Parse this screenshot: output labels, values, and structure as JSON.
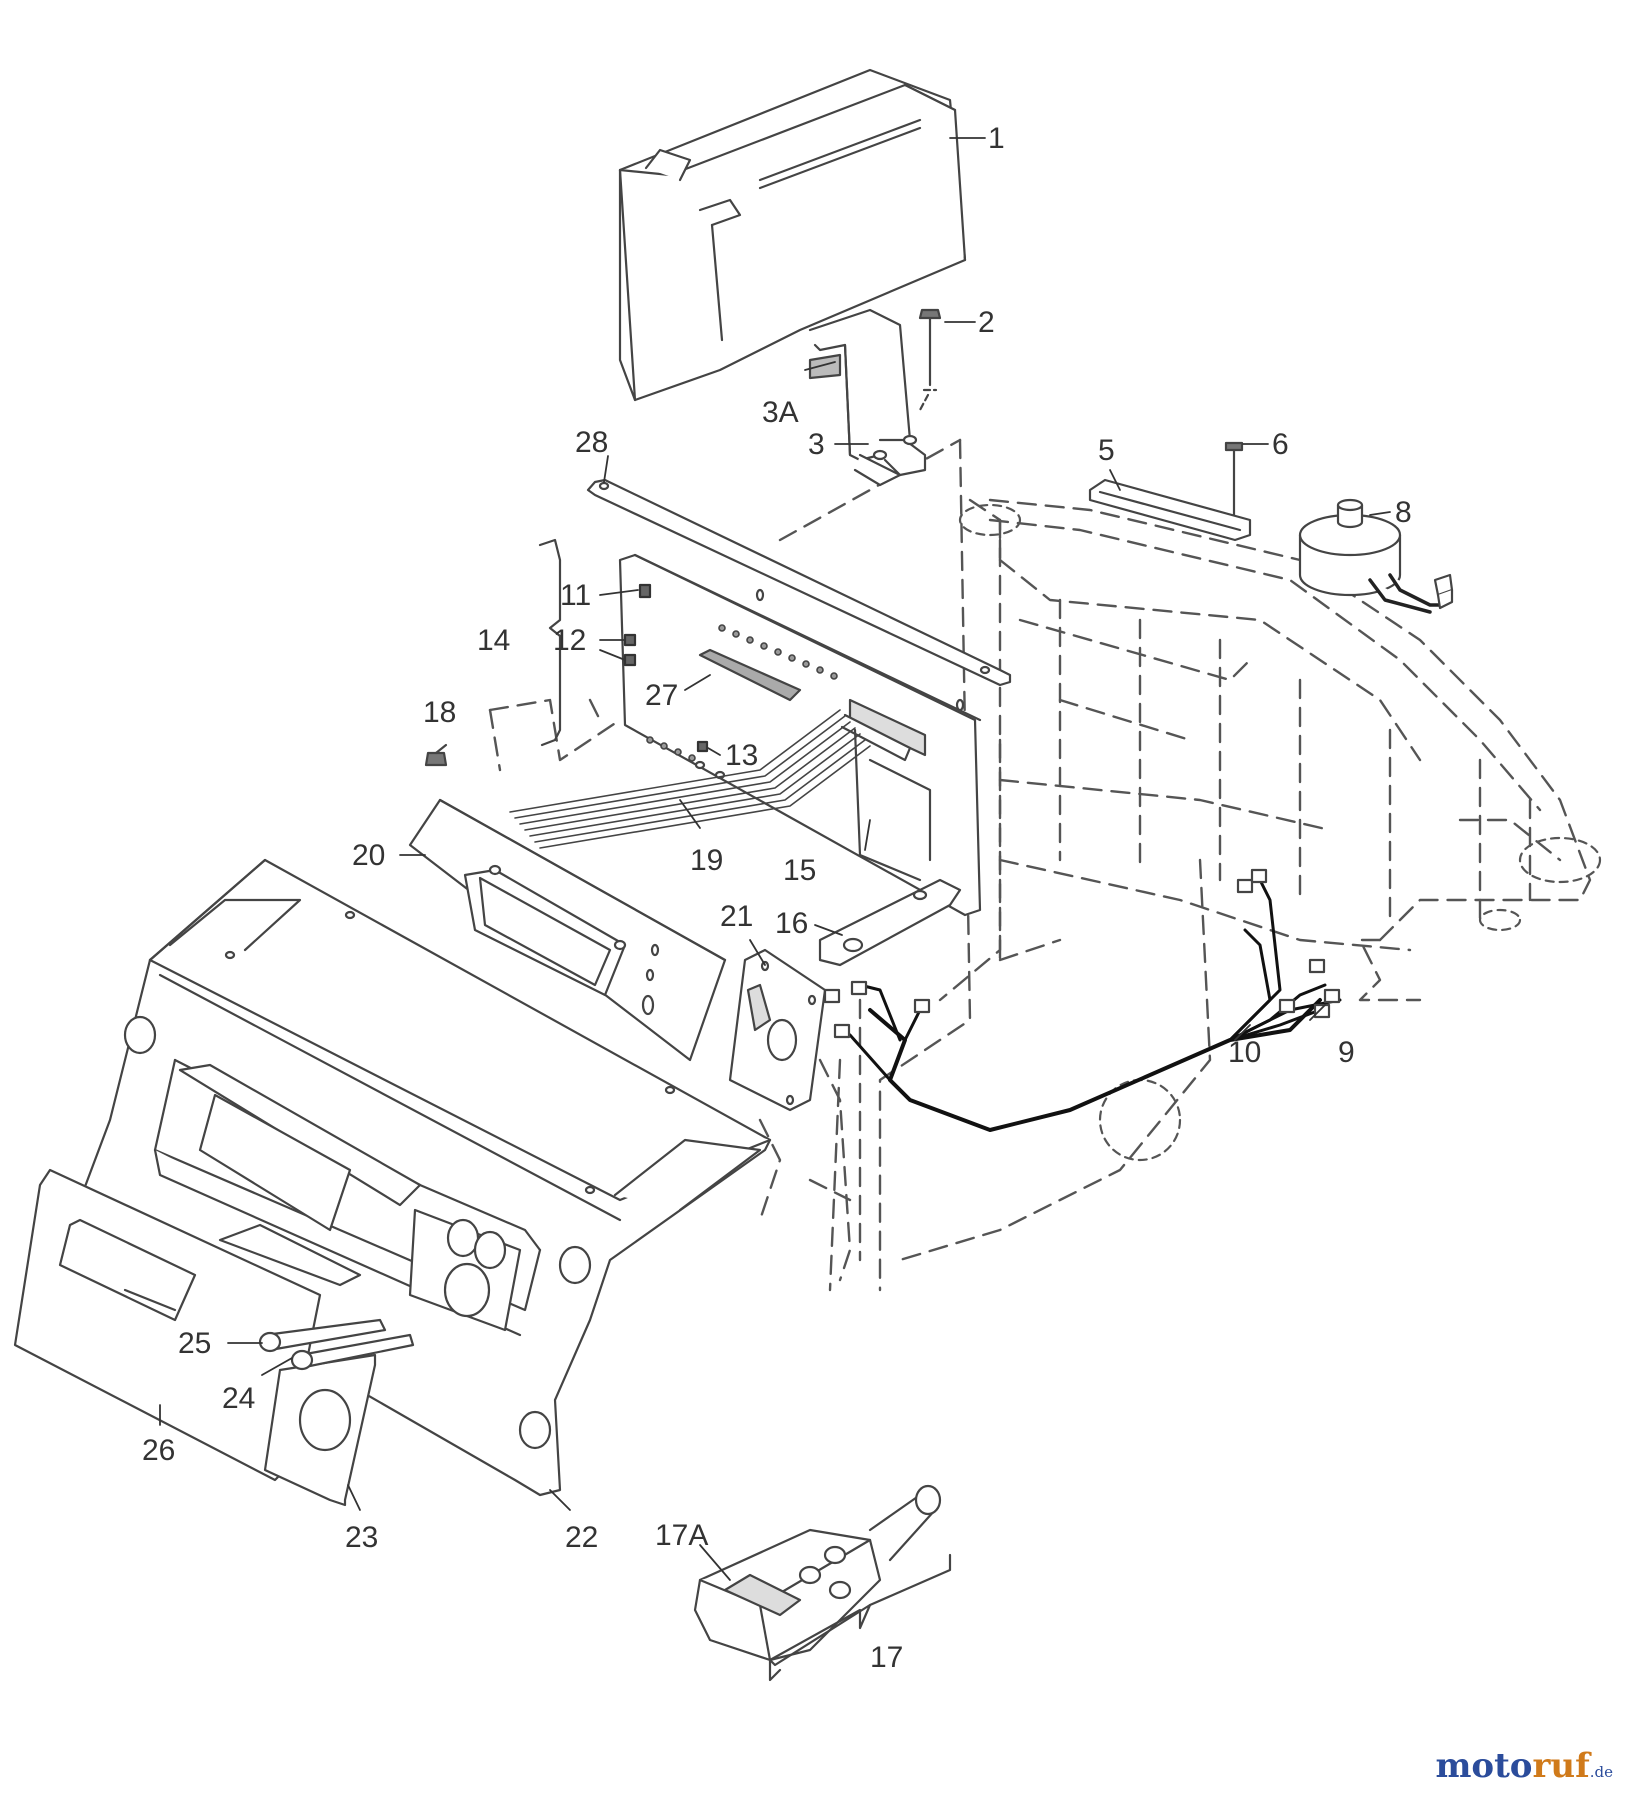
{
  "diagram": {
    "callouts": [
      {
        "id": "1",
        "label": "1"
      },
      {
        "id": "2",
        "label": "2"
      },
      {
        "id": "3A",
        "label": "3A"
      },
      {
        "id": "3",
        "label": "3"
      },
      {
        "id": "28",
        "label": "28"
      },
      {
        "id": "5",
        "label": "5"
      },
      {
        "id": "6",
        "label": "6"
      },
      {
        "id": "8",
        "label": "8"
      },
      {
        "id": "11",
        "label": "11"
      },
      {
        "id": "14",
        "label": "14"
      },
      {
        "id": "12",
        "label": "12"
      },
      {
        "id": "27",
        "label": "27"
      },
      {
        "id": "18",
        "label": "18"
      },
      {
        "id": "13",
        "label": "13"
      },
      {
        "id": "20",
        "label": "20"
      },
      {
        "id": "19",
        "label": "19"
      },
      {
        "id": "15",
        "label": "15"
      },
      {
        "id": "21",
        "label": "21"
      },
      {
        "id": "16",
        "label": "16"
      },
      {
        "id": "10",
        "label": "10"
      },
      {
        "id": "9",
        "label": "9"
      },
      {
        "id": "25",
        "label": "25"
      },
      {
        "id": "24",
        "label": "24"
      },
      {
        "id": "26",
        "label": "26"
      },
      {
        "id": "23",
        "label": "23"
      },
      {
        "id": "22",
        "label": "22"
      },
      {
        "id": "17A",
        "label": "17A"
      },
      {
        "id": "17",
        "label": "17"
      }
    ]
  },
  "watermark": {
    "part1": "moto",
    "part2": "ruf",
    "suffix": ".de"
  }
}
